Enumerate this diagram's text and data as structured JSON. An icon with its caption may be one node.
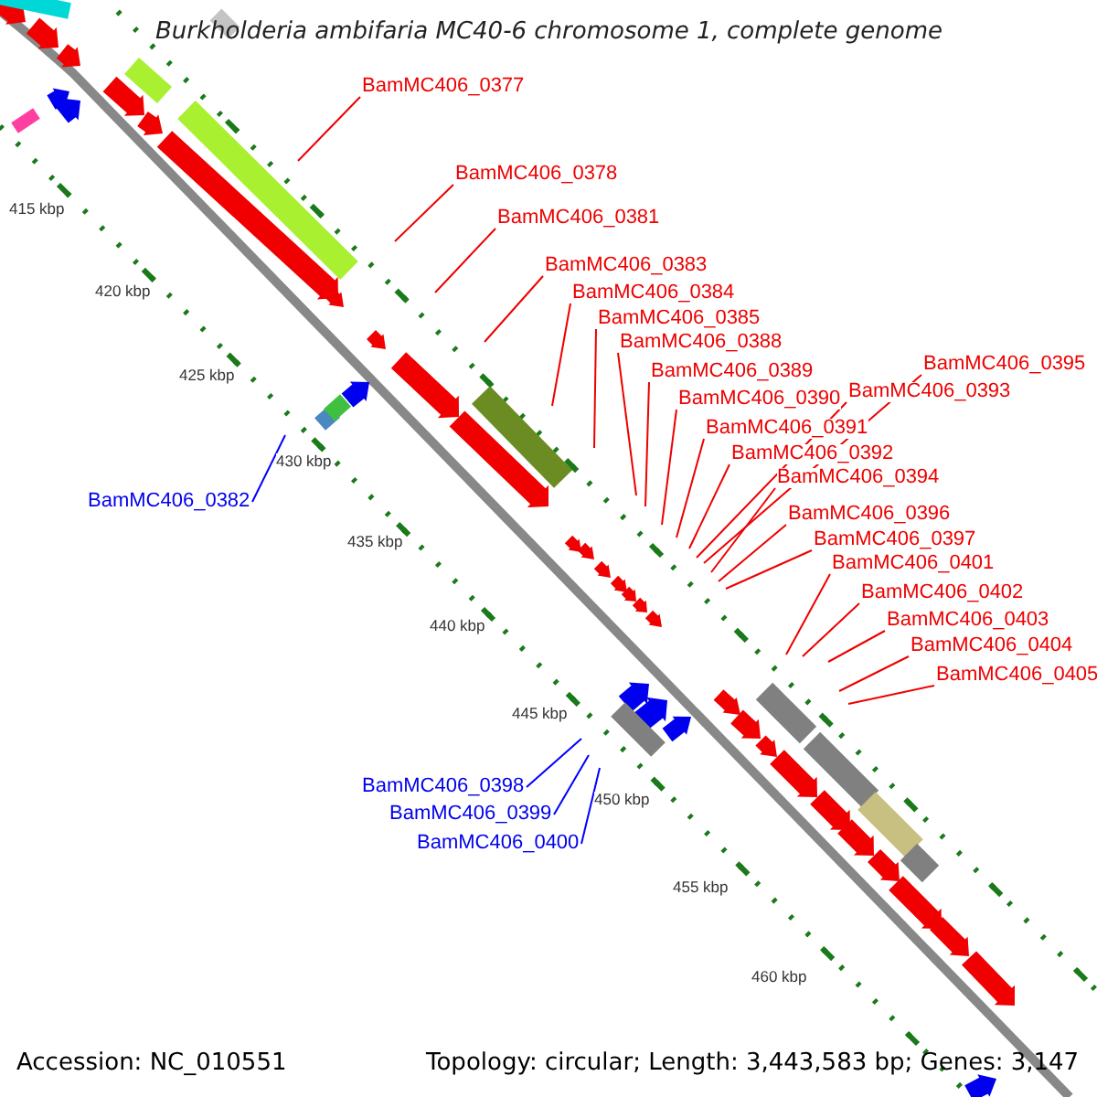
{
  "diagram": {
    "title": "Burkholderia ambifaria MC40-6 chromosome 1, complete genome",
    "nodes": [
      {
        "text": [
          "BamMC406_0377"
        ]
      },
      {
        "text": [
          "BamMC406_0378"
        ]
      },
      {
        "text": [
          "BamMC406_0381"
        ]
      },
      {
        "text": [
          "BamMC406_0383"
        ]
      },
      {
        "text": [
          "BamMC406_0384"
        ]
      },
      {
        "text": [
          "BamMC406_0385"
        ]
      },
      {
        "text": [
          "BamMC406_0388"
        ]
      },
      {
        "text": [
          "BamMC406_0395"
        ]
      },
      {
        "text": [
          "BamMC406_0389"
        ]
      },
      {
        "text": [
          "BamMC406_0393"
        ]
      },
      {
        "text": [
          "BamMC406_0390"
        ]
      },
      {
        "text": [
          "BamMC406_0391"
        ]
      },
      {
        "text": [
          "BamMC406_0392"
        ]
      },
      {
        "text": [
          "BamMC406_0394"
        ]
      },
      {
        "text": [
          "BamMC406_0382"
        ]
      },
      {
        "text": [
          "BamMC406_0396"
        ]
      },
      {
        "text": [
          "BamMC406_0397"
        ]
      },
      {
        "text": [
          "BamMC406_0401"
        ]
      },
      {
        "text": [
          "BamMC406_0402"
        ]
      },
      {
        "text": [
          "BamMC406_0403"
        ]
      },
      {
        "text": [
          "BamMC406_0404"
        ]
      },
      {
        "text": [
          "BamMC406_0405"
        ]
      },
      {
        "text": [
          "BamMC406_0398"
        ]
      },
      {
        "text": [
          "BamMC406_0399"
        ]
      },
      {
        "text": [
          "BamMC406_0400"
        ]
      }
    ],
    "edges": [
      {
        "from": 0,
        "to": null,
        "arrow": "none"
      },
      {
        "from": 1,
        "to": null,
        "arrow": "none"
      },
      {
        "from": 2,
        "to": null,
        "arrow": "none"
      },
      {
        "from": 3,
        "to": null,
        "arrow": "none"
      },
      {
        "from": 4,
        "to": null,
        "arrow": "none"
      },
      {
        "from": 5,
        "to": null,
        "arrow": "none"
      },
      {
        "from": 6,
        "to": null,
        "arrow": "none"
      },
      {
        "from": 7,
        "to": null,
        "arrow": "none"
      },
      {
        "from": 8,
        "to": null,
        "arrow": "none"
      },
      {
        "from": 9,
        "to": null,
        "arrow": "none"
      },
      {
        "from": 10,
        "to": null,
        "arrow": "none"
      },
      {
        "from": 11,
        "to": null,
        "arrow": "none"
      },
      {
        "from": 12,
        "to": null,
        "arrow": "none"
      },
      {
        "from": 13,
        "to": null,
        "arrow": "none"
      },
      {
        "from": 14,
        "to": null,
        "arrow": "none",
        "color": "#0000ff"
      },
      {
        "from": 15,
        "to": null,
        "arrow": "none"
      },
      {
        "from": 16,
        "to": null,
        "arrow": "none"
      },
      {
        "from": 17,
        "to": null,
        "arrow": "none"
      },
      {
        "from": 18,
        "to": null,
        "arrow": "none"
      },
      {
        "from": 19,
        "to": null,
        "arrow": "none"
      },
      {
        "from": 20,
        "to": null,
        "arrow": "none"
      },
      {
        "from": 21,
        "to": null,
        "arrow": "none"
      },
      {
        "from": 22,
        "to": null,
        "arrow": "none",
        "color": "#0000ff"
      },
      {
        "from": 23,
        "to": null,
        "arrow": "none",
        "color": "#0000ff"
      },
      {
        "from": 24,
        "to": null,
        "arrow": "none",
        "color": "#0000ff"
      }
    ],
    "labels": [
      "415 kbp",
      "420 kbp",
      "425 kbp",
      "430 kbp",
      "435 kbp",
      "440 kbp",
      "445 kbp",
      "450 kbp",
      "455 kbp",
      "460 kbp",
      "Accession: NC_010551",
      "Topology: circular; Length: 3,443,583 bp; Genes: 3,147"
    ]
  }
}
